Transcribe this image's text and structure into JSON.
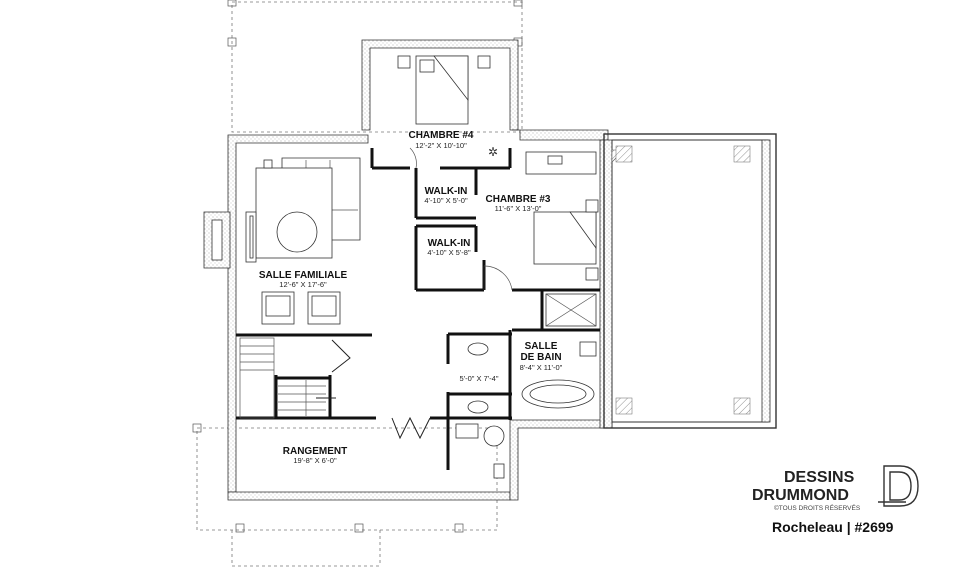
{
  "rooms": [
    {
      "name": "CHAMBRE #4",
      "dimensions": "12'-2\" X 10'-10\""
    },
    {
      "name": "WALK-IN",
      "dimensions": "4'-10\" X 5'-0\""
    },
    {
      "name": "CHAMBRE #3",
      "dimensions": "11'-6\" X 13'-0\""
    },
    {
      "name": "WALK-IN",
      "dimensions": "4'-10\" X 5'-8\""
    },
    {
      "name": "SALLE FAMILIALE",
      "dimensions": "12'-6\" X 17'-6\""
    },
    {
      "name_line1": "SALLE",
      "name_line2": "DE BAIN",
      "dimensions": "8'-4\" X 11'-0\""
    },
    {
      "name": "",
      "dimensions": "5'-0\" X 7'-4\""
    },
    {
      "name": "RANGEMENT",
      "dimensions": "19'-8\" X 6'-0\""
    }
  ],
  "brand": {
    "line1": "DESSINS",
    "line2": "DRUMMOND",
    "rights": "©TOUS DROITS RÉSERVÉS"
  },
  "caption": "Rocheleau | #2699"
}
